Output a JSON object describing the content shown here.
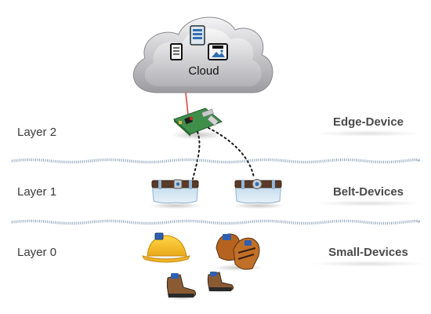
{
  "cloud": {
    "label": "Cloud"
  },
  "layers": [
    {
      "label": "Layer 2",
      "category": "Edge-Device"
    },
    {
      "label": "Layer 1",
      "category": "Belt-Devices"
    },
    {
      "label": "Layer 0",
      "category": "Small-Devices"
    }
  ],
  "icons": {
    "cloud": "cloud-icon",
    "servers": [
      "server-icon",
      "server-rack-icon",
      "image-server-icon"
    ],
    "edge": "raspberry-pi-board-icon",
    "belts": [
      "belt-device-icon",
      "belt-device-icon"
    ],
    "small": [
      "hard-hat-icon",
      "work-gloves-icon",
      "work-boot-icon",
      "work-boot-icon"
    ]
  },
  "colors": {
    "separator": "#8fa3bd",
    "uplink": "#e03a3a",
    "wireless": "#1a1a1a"
  }
}
